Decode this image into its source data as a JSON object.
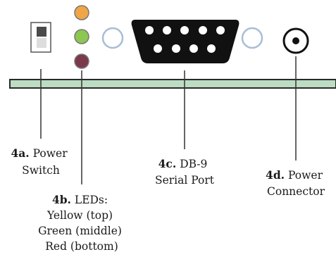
{
  "components": [
    {
      "id": "4a",
      "name": "power-switch",
      "lines": [
        {
          "num": "4a.",
          "text": " Power"
        },
        {
          "text": "Switch"
        }
      ]
    },
    {
      "id": "4b",
      "name": "leds",
      "lines": [
        {
          "num": "4b.",
          "text": " LEDs:"
        },
        {
          "text": "Yellow (top)"
        },
        {
          "text": "Green (middle)"
        },
        {
          "text": "Red (bottom)"
        }
      ]
    },
    {
      "id": "4c",
      "name": "db9-serial-port",
      "lines": [
        {
          "num": "4c.",
          "text": " DB-9"
        },
        {
          "text": "Serial Port"
        }
      ]
    },
    {
      "id": "4d",
      "name": "power-connector",
      "lines": [
        {
          "num": "4d.",
          "text": " Power"
        },
        {
          "text": "Connector"
        }
      ]
    }
  ],
  "colors": {
    "board_fill": "#bcdcc4",
    "led_yellow": "#f0a546",
    "led_green": "#8cc653",
    "led_red": "#7a3a4c",
    "ring": "#a8bdd6",
    "port_body": "#111111",
    "line": "#333333"
  }
}
